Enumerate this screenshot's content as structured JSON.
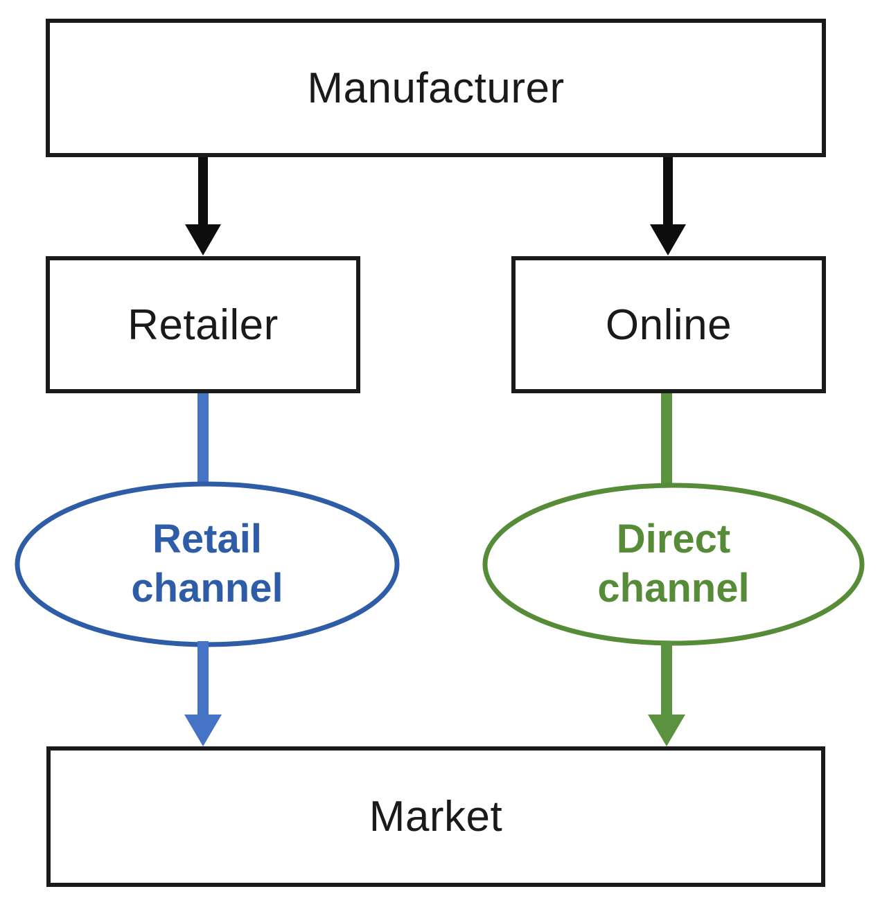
{
  "diagram": {
    "nodes": {
      "manufacturer": "Manufacturer",
      "retailer": "Retailer",
      "online": "Online",
      "market": "Market",
      "retail_channel": "Retail channel",
      "direct_channel": "Direct channel"
    },
    "colors": {
      "background": "#ffffff",
      "box_border": "#1a1a1a",
      "box_text": "#1a1a1a",
      "black_arrow": "#0d0d0d",
      "retail_blue": "#2e5ca6",
      "retail_arrow_blue": "#4573c6",
      "direct_green": "#568b38",
      "direct_arrow_green": "#5b9240"
    }
  }
}
